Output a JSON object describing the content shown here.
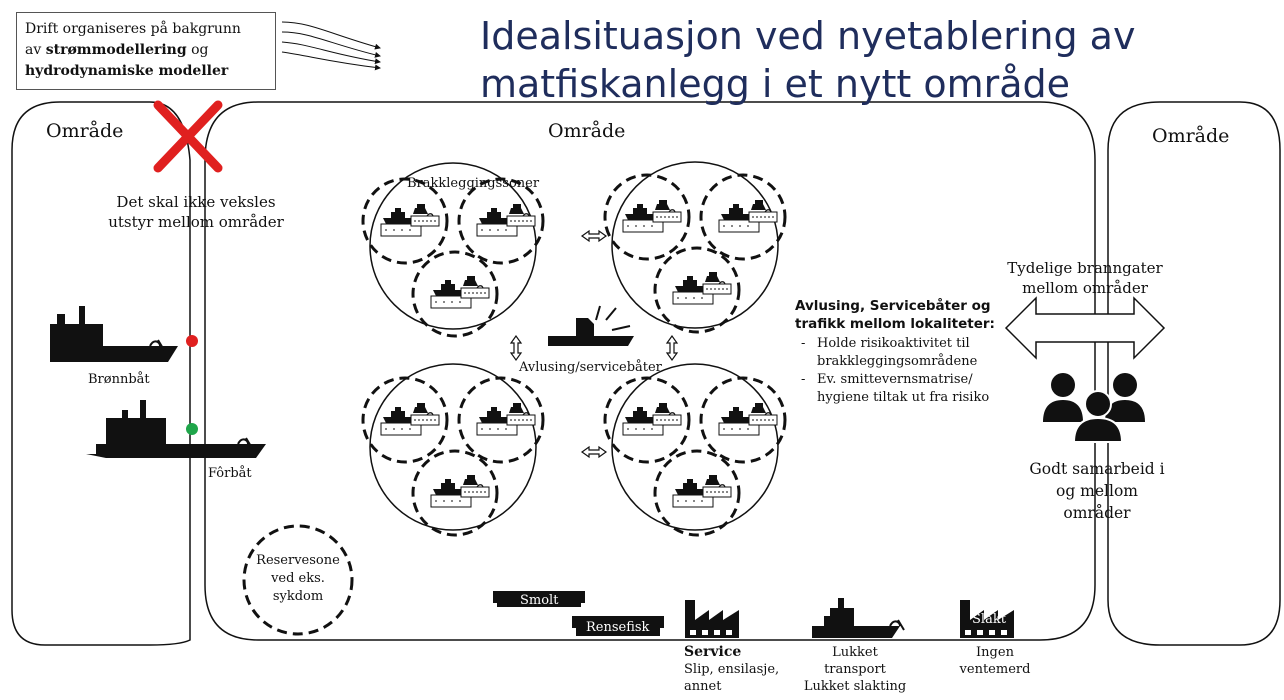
{
  "title": "Idealsituasjon ved nyetablering av matfiskanlegg i et nytt område",
  "drift_box": {
    "line1": "Drift organiseres på bakgrunn",
    "line2_prefix": "av",
    "line2_bold": "strømmodellering",
    "line2_suffix": "og",
    "line3_bold": "hydrodynamiske modeller"
  },
  "areas": {
    "left": "Område",
    "center": "Område",
    "right": "Område"
  },
  "no_exchange": {
    "line1": "Det skal ikke veksles",
    "line2": "utstyr mellom områder"
  },
  "boats": {
    "well_boat": "Brønnbåt",
    "feed_boat": "Fôrbåt",
    "well_boat_status_color": "#e0201f",
    "feed_boat_status_color": "#1fa54a"
  },
  "fallow": {
    "label": "Brakkleggingssoner",
    "service_label": "Avlusing/servicebåter"
  },
  "traffic": {
    "head1": "Avlusing, Servicebåter og",
    "head2": "trafikk mellom lokaliteter:",
    "item1_l1": "Holde risikoaktivitet til",
    "item1_l2": "brakkleggingsområdene",
    "item2_l1": "Ev. smittevernsmatrise/",
    "item2_l2": "hygiene tiltak ut fra risiko"
  },
  "firebreak": {
    "line1": "Tydelige branngater",
    "line2": "mellom områder"
  },
  "cooperation": {
    "line1": "Godt samarbeid i",
    "line2": "og mellom",
    "line3": "områder"
  },
  "reserve": {
    "line1": "Reservesone",
    "line2": "ved eks.",
    "line3": "sykdom"
  },
  "bottom": {
    "smolt": "Smolt",
    "rensefisk": "Rensefisk",
    "service_title": "Service",
    "service_l1": "Slip, ensilasje,",
    "service_l2": "annet",
    "transport_l1": "Lukket",
    "transport_l2": "transport",
    "transport_l3": "Lukket slakting",
    "slakt": "Slakt",
    "slakt_l1": "Ingen",
    "slakt_l2": "ventemerd"
  },
  "colors": {
    "title": "#1f2d5c",
    "cross": "#e0201f"
  }
}
